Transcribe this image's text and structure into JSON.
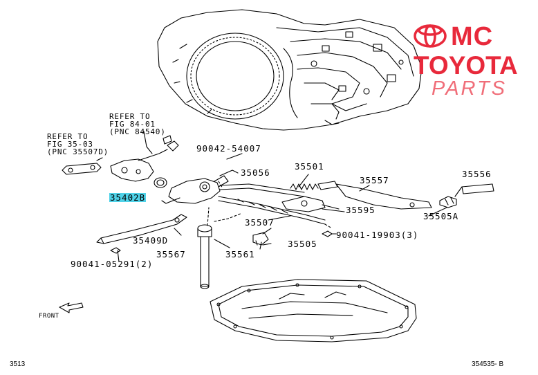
{
  "brand": {
    "line1": "MC",
    "line2": "TOYOTA",
    "line3": "PARTS",
    "color": "#e8293b",
    "logo_icon": "toyota-emblem-icon"
  },
  "refs": {
    "ref1": [
      "REFER TO",
      "FIG 84-01",
      "(PNC 84540)"
    ],
    "ref2": [
      "REFER TO",
      "FIG 35-03",
      "(PNC 35507D)"
    ]
  },
  "parts": {
    "p90042_54007": "90042-54007",
    "p35056": "35056",
    "p35501": "35501",
    "p35556": "35556",
    "p35557": "35557",
    "p35402B": "35402B",
    "p35595": "35595",
    "p35505A": "35505A",
    "p35507": "35507",
    "p90041_19903": "90041-19903(3)",
    "p35409D": "35409D",
    "p35505": "35505",
    "p35567": "35567",
    "p35561": "35561",
    "p90041_05291": "90041-05291(2)"
  },
  "highlight": {
    "part": "35402B",
    "color": "#4fd2e8"
  },
  "front_label": "FRONT",
  "footer": {
    "left": "3513",
    "right": "354535- B"
  }
}
